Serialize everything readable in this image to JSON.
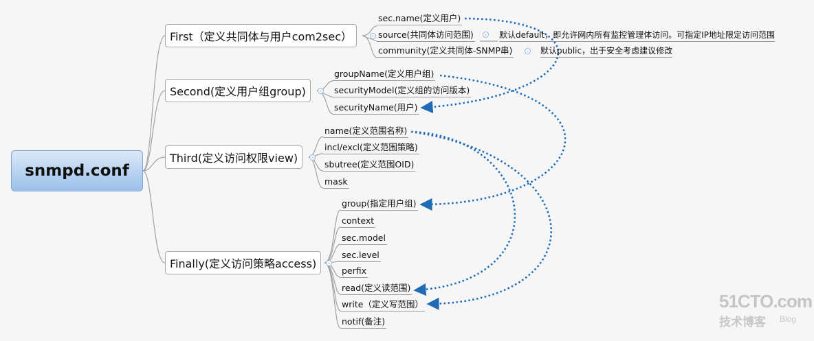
{
  "root": "snmpd.conf",
  "branches": {
    "first": "First（定义共同体与用户com2sec）",
    "second": "Second(定义用户组group)",
    "third": "Third(定义访问权限view)",
    "finally": "Finally(定义访问策略access)"
  },
  "leaves": {
    "first": [
      "sec.name(定义用户)",
      "source(共同体访问范围)",
      "community(定义共同体-SNMP串)"
    ],
    "second": [
      "groupName(定义用户组)",
      "securityModel(定义组的访问版本)",
      "securityName(用户)"
    ],
    "third": [
      "name(定义范围名称)",
      "incl/excl(定义范围策略)",
      "sbutree(定义范围OID)",
      "mask"
    ],
    "finally": [
      "group(指定用户组)",
      "context",
      "sec.model",
      "sec.level",
      "perfix",
      "read(定义读范围)",
      "write（定义写范围）",
      "notif(备注)"
    ]
  },
  "notes": {
    "source": "默认default，即允许网内所有监控管理体访问。可指定IP地址限定访问范围",
    "community": "默认public，出于安全考虑建议修改"
  },
  "watermark": {
    "site": "51CTO.com",
    "cn": "技术博客",
    "blog": "Blog"
  },
  "colors": {
    "connector": "#1f6bb5",
    "line": "#a0a0a0",
    "root_fill": "#a9c8ee"
  }
}
